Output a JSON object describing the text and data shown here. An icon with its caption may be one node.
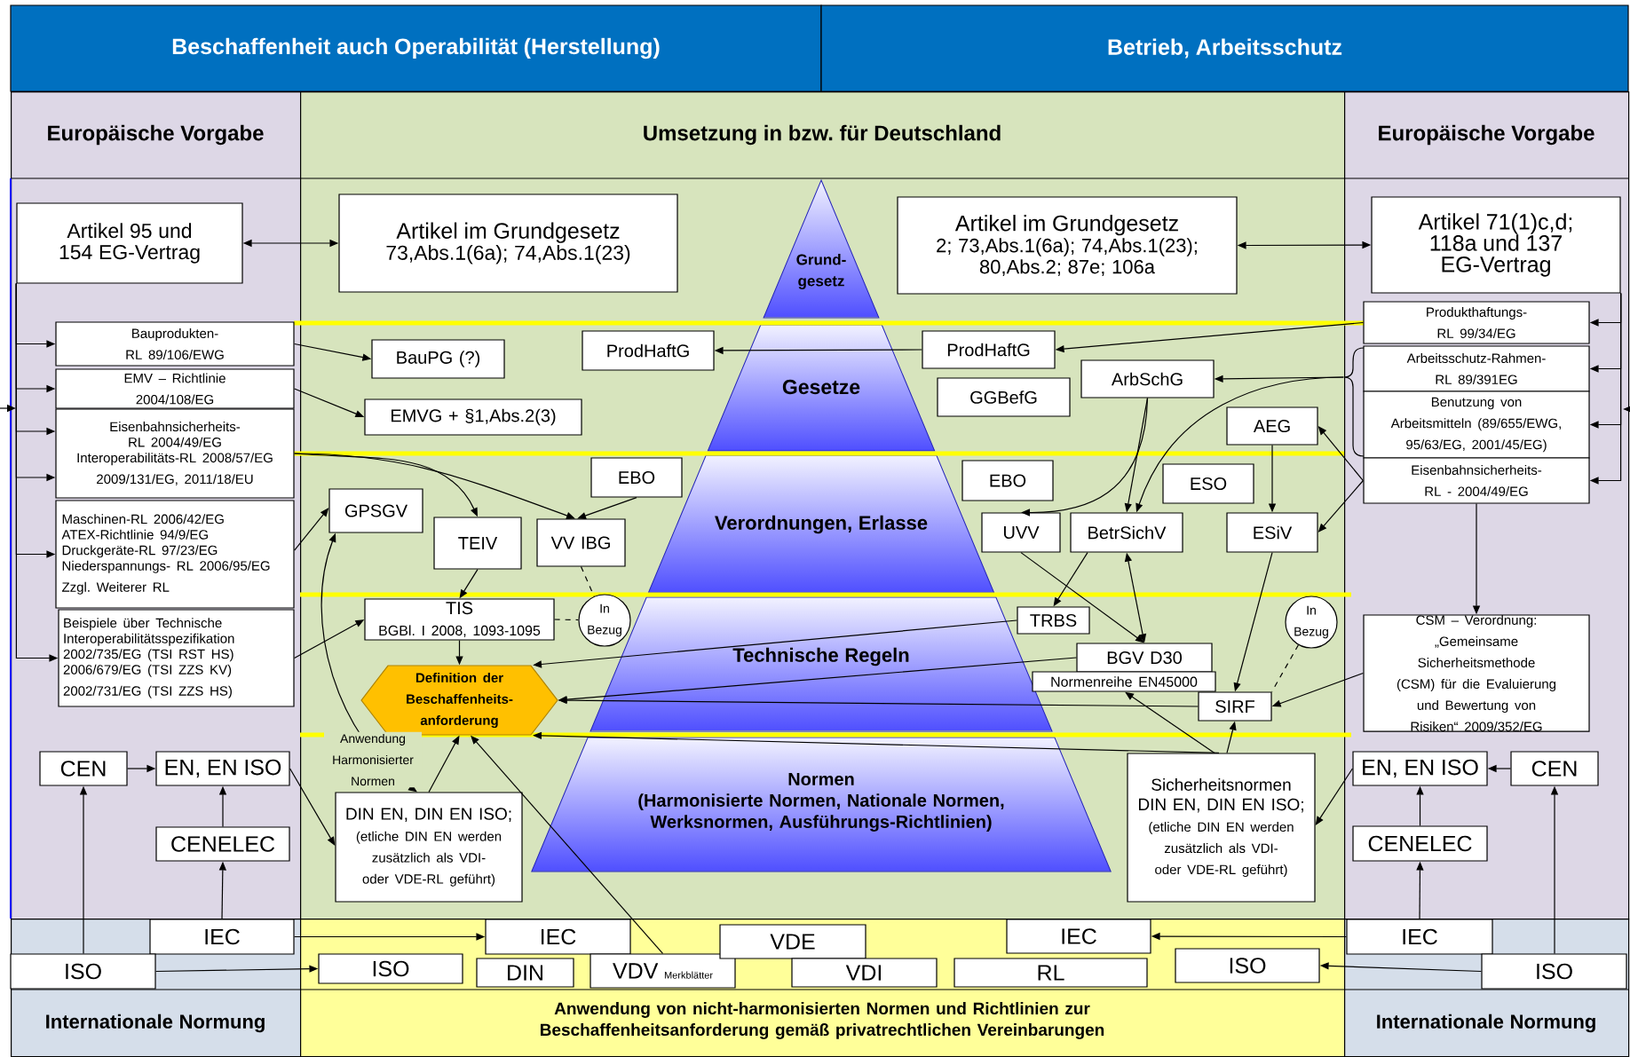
{
  "diagram": {
    "nodes": [
      {
        "text": [
          "Beschaffenheit auch Operabilität (Herstellung)"
        ]
      },
      {
        "text": [
          "Betrieb, Arbeitsschutz"
        ]
      },
      {
        "text": [
          "Europäische Vorgabe"
        ]
      },
      {
        "text": [
          "Umsetzung in bzw. für Deutschland"
        ]
      },
      {
        "text": [
          "Europäische Vorgabe"
        ]
      },
      {
        "text": [
          "Internationale Normung"
        ]
      },
      {
        "text": [
          "Anwendung von nicht-harmonisierten Normen und Richtlinien zur Beschaffenheitsanforderung gemäß privatrechtlichen Vereinbarungen"
        ]
      },
      {
        "text": [
          "Internationale Normung"
        ]
      },
      {
        "text": [
          "Grund- gesetz"
        ],
        "in": 3
      },
      {
        "text": [
          "Gesetze"
        ],
        "in": 3
      },
      {
        "text": [
          "Verordnungen, Erlasse"
        ],
        "in": 3
      },
      {
        "text": [
          "Technische Regeln"
        ],
        "in": 3
      },
      {
        "text": [
          "Normen",
          "(Harmonisierte Normen, Nationale Normen, Werksnormen, Ausführungs-Richtlinien)"
        ],
        "in": 3
      },
      {
        "text": [
          "Artikel 95 und 154 EG-Vertrag"
        ],
        "in": 2
      },
      {
        "text": [
          "Artikel im Grundgesetz",
          "73,Abs.1(6a); 74,Abs.1(23)"
        ],
        "in": 3
      },
      {
        "text": [
          "Artikel im Grundgesetz",
          "2; 73,Abs.1(6a); 74,Abs.1(23); 80,Abs.2; 87e; 106a"
        ],
        "in": 3
      },
      {
        "text": [
          "Artikel 71(1)c,d; 118a und 137 EG-Vertrag"
        ],
        "in": 4
      },
      {
        "text": [
          "Bauprodukten-RL 89/106/EWG"
        ],
        "in": 2
      },
      {
        "text": [
          "EMV – Richtlinie 2004/108/EG"
        ],
        "in": 2
      },
      {
        "text": [
          "Eisenbahnsicherheits-RL 2004/49/EG",
          "Interoperabilitäts-RL 2008/57/EG",
          "2009/131/EG, 2011/18/EU"
        ],
        "in": 2
      },
      {
        "text": [
          "Maschinen-RL 2006/42/EG",
          "ATEX-Richtlinie 94/9/EG",
          "Druckgeräte-RL 97/23/EG",
          "Niederspannungs- RL 2006/95/EG",
          "Zzgl. Weiterer RL"
        ],
        "in": 2
      },
      {
        "text": [
          "Beispiele über Technische Interoperabilitätsspezifikation",
          "2002/735/EG (TSI RST HS)",
          "2006/679/EG (TSI ZZS KV)",
          "2002/731/EG (TSI ZZS HS)"
        ],
        "in": 2
      },
      {
        "text": [
          "BauPG (?)"
        ],
        "in": 3
      },
      {
        "text": [
          "EMVG + §1,Abs.2(3)"
        ],
        "in": 3
      },
      {
        "text": [
          "ProdHaftG"
        ],
        "in": 3
      },
      {
        "text": [
          "ProdHaftG"
        ],
        "in": 3
      },
      {
        "text": [
          "ArbSchG"
        ],
        "in": 3
      },
      {
        "text": [
          "GGBefG"
        ],
        "in": 3
      },
      {
        "text": [
          "AEG"
        ],
        "in": 3
      },
      {
        "text": [
          "EBO"
        ],
        "in": 3
      },
      {
        "text": [
          "EBO"
        ],
        "in": 3
      },
      {
        "text": [
          "ESO"
        ],
        "in": 3
      },
      {
        "text": [
          "GPSGV"
        ],
        "in": 3
      },
      {
        "text": [
          "TEIV"
        ],
        "in": 3
      },
      {
        "text": [
          "VV IBG"
        ],
        "in": 3
      },
      {
        "text": [
          "UVV"
        ],
        "in": 3
      },
      {
        "text": [
          "BetrSichV"
        ],
        "in": 3
      },
      {
        "text": [
          "ESiV"
        ],
        "in": 3
      },
      {
        "text": [
          "TIS",
          "BGBl. I 2008, 1093-1095"
        ],
        "in": 3
      },
      {
        "text": [
          "In Bezug"
        ],
        "in": 3
      },
      {
        "text": [
          "TRBS"
        ],
        "in": 3
      },
      {
        "text": [
          "BGV D30"
        ],
        "in": 3
      },
      {
        "text": [
          "Normenreihe EN45000"
        ],
        "in": 3
      },
      {
        "text": [
          "In Bezug"
        ],
        "in": 3
      },
      {
        "text": [
          "SIRF"
        ],
        "in": 3
      },
      {
        "text": [
          "Definition der Beschaffenheits- anforderung"
        ],
        "in": 3
      },
      {
        "text": [
          "DIN EN, DIN EN ISO;",
          "(etliche DIN EN werden zusätzlich als VDI- oder VDE-RL geführt)"
        ],
        "in": 3
      },
      {
        "text": [
          "Sicherheitsnormen DIN EN, DIN EN ISO;",
          "(etliche DIN EN werden zusätzlich als VDI- oder VDE-RL geführt)"
        ],
        "in": 3
      },
      {
        "text": [
          "Produkthaftungs-RL 99/34/EG"
        ],
        "in": 4
      },
      {
        "text": [
          "Arbeitsschutz-Rahmen-RL 89/391EG"
        ],
        "in": 4
      },
      {
        "text": [
          "Benutzung von Arbeitsmitteln (89/655/EWG, 95/63/EG, 2001/45/EG)"
        ],
        "in": 4
      },
      {
        "text": [
          "Eisenbahnsicherheits-RL - 2004/49/EG"
        ],
        "in": 4
      },
      {
        "text": [
          "CSM – Verordnung: „Gemeinsame Sicherheitsmethode (CSM) für die Evaluierung und Bewertung von Risiken“ 2009/352/EG"
        ],
        "in": 4
      },
      {
        "text": [
          "CEN"
        ],
        "in": 2
      },
      {
        "text": [
          "EN, EN ISO"
        ],
        "in": 2
      },
      {
        "text": [
          "CENELEC"
        ],
        "in": 2
      },
      {
        "text": [
          "EN, EN ISO"
        ],
        "in": 4
      },
      {
        "text": [
          "CEN"
        ],
        "in": 4
      },
      {
        "text": [
          "CENELEC"
        ],
        "in": 4
      },
      {
        "text": [
          "IEC"
        ],
        "in": 5
      },
      {
        "text": [
          "ISO"
        ],
        "in": 5
      },
      {
        "text": [
          "IEC"
        ],
        "in": 6
      },
      {
        "text": [
          "ISO"
        ],
        "in": 6
      },
      {
        "text": [
          "DIN"
        ],
        "in": 6
      },
      {
        "text": [
          "VDV",
          "Merkblätter"
        ],
        "in": 6
      },
      {
        "text": [
          "VDE"
        ],
        "in": 6
      },
      {
        "text": [
          "VDI"
        ],
        "in": 6
      },
      {
        "text": [
          "RL"
        ],
        "in": 6
      },
      {
        "text": [
          "IEC"
        ],
        "in": 6
      },
      {
        "text": [
          "ISO"
        ],
        "in": 6
      },
      {
        "text": [
          "IEC"
        ],
        "in": 7
      },
      {
        "text": [
          "ISO"
        ],
        "in": 7
      },
      {
        "text": [],
        "shape": "brace",
        "in": 4
      }
    ],
    "edges": [
      {
        "from": 13,
        "to": 14,
        "arrow": "both"
      },
      {
        "from": 13,
        "to": 17,
        "arrow": "to"
      },
      {
        "from": 13,
        "to": 18,
        "arrow": "to"
      },
      {
        "from": 13,
        "to": 19,
        "arrow": "to"
      },
      {
        "from": 13,
        "to": 19,
        "arrow": "to"
      },
      {
        "from": 13,
        "to": 20,
        "arrow": "to"
      },
      {
        "from": 13,
        "to": 21,
        "arrow": "to"
      },
      {
        "from": 17,
        "to": 22,
        "arrow": "to"
      },
      {
        "from": 18,
        "to": 23,
        "arrow": "to"
      },
      {
        "from": 19,
        "to": 33,
        "arrow": "to"
      },
      {
        "from": 19,
        "to": 34,
        "arrow": "to"
      },
      {
        "from": 20,
        "to": 32,
        "arrow": "to"
      },
      {
        "from": 21,
        "to": 38,
        "arrow": "to"
      },
      {
        "from": 33,
        "to": 38,
        "arrow": "to"
      },
      {
        "from": 29,
        "to": 34,
        "arrow": "to"
      },
      {
        "from": 34,
        "to": 39,
        "arrow": "none",
        "style": "dashed"
      },
      {
        "from": 38,
        "to": 39,
        "arrow": "none",
        "style": "dashed"
      },
      {
        "from": 38,
        "to": 45,
        "arrow": "to"
      },
      {
        "from": 40,
        "to": 45,
        "arrow": "to"
      },
      {
        "from": 41,
        "to": 45,
        "arrow": "to"
      },
      {
        "from": 44,
        "to": 45,
        "arrow": "to"
      },
      {
        "from": 47,
        "to": 45,
        "arrow": "to"
      },
      {
        "from": 46,
        "to": 45,
        "arrow": "to"
      },
      {
        "from": 64,
        "to": 45,
        "arrow": "to"
      },
      {
        "from": 46,
        "to": 32,
        "arrow": "both",
        "label": "Anwendung Harmonisierter Normen"
      },
      {
        "from": 54,
        "to": 46,
        "arrow": "to"
      },
      {
        "from": 53,
        "to": 54,
        "arrow": "to"
      },
      {
        "from": 55,
        "to": 54,
        "arrow": "to"
      },
      {
        "from": 60,
        "to": 53,
        "arrow": "to"
      },
      {
        "from": 59,
        "to": 55,
        "arrow": "to"
      },
      {
        "from": 59,
        "to": 61,
        "arrow": "to"
      },
      {
        "from": 60,
        "to": 62,
        "arrow": "to"
      },
      {
        "from": 15,
        "to": 16,
        "arrow": "both"
      },
      {
        "from": 16,
        "to": 48,
        "arrow": "to"
      },
      {
        "from": 16,
        "to": 49,
        "arrow": "to"
      },
      {
        "from": 16,
        "to": 50,
        "arrow": "to"
      },
      {
        "from": 16,
        "to": 51,
        "arrow": "to"
      },
      {
        "from": 48,
        "to": 25,
        "arrow": "to"
      },
      {
        "from": 25,
        "to": 24,
        "arrow": "to"
      },
      {
        "from": 72,
        "to": 26,
        "arrow": "to"
      },
      {
        "from": 72,
        "to": 36,
        "arrow": "to"
      },
      {
        "from": 26,
        "to": 35,
        "arrow": "to"
      },
      {
        "from": 26,
        "to": 36,
        "arrow": "to"
      },
      {
        "from": 51,
        "to": 28,
        "arrow": "to"
      },
      {
        "from": 51,
        "to": 37,
        "arrow": "to"
      },
      {
        "from": 28,
        "to": 37,
        "arrow": "to"
      },
      {
        "from": 35,
        "to": 41,
        "arrow": "to"
      },
      {
        "from": 36,
        "to": 41,
        "arrow": "both"
      },
      {
        "from": 36,
        "to": 40,
        "arrow": "to"
      },
      {
        "from": 37,
        "to": 44,
        "arrow": "to"
      },
      {
        "from": 43,
        "to": 44,
        "arrow": "none",
        "style": "dashed"
      },
      {
        "from": 52,
        "to": 44,
        "arrow": "to"
      },
      {
        "from": 47,
        "to": 44,
        "arrow": "to"
      },
      {
        "from": 47,
        "to": 42,
        "arrow": "to"
      },
      {
        "from": 51,
        "to": 52,
        "arrow": "to"
      },
      {
        "from": 56,
        "to": 47,
        "arrow": "to"
      },
      {
        "from": 57,
        "to": 56,
        "arrow": "to"
      },
      {
        "from": 58,
        "to": 56,
        "arrow": "to"
      },
      {
        "from": 71,
        "to": 57,
        "arrow": "to"
      },
      {
        "from": 70,
        "to": 58,
        "arrow": "to"
      },
      {
        "from": 70,
        "to": 68,
        "arrow": "to"
      },
      {
        "from": 71,
        "to": 69,
        "arrow": "to"
      }
    ]
  }
}
